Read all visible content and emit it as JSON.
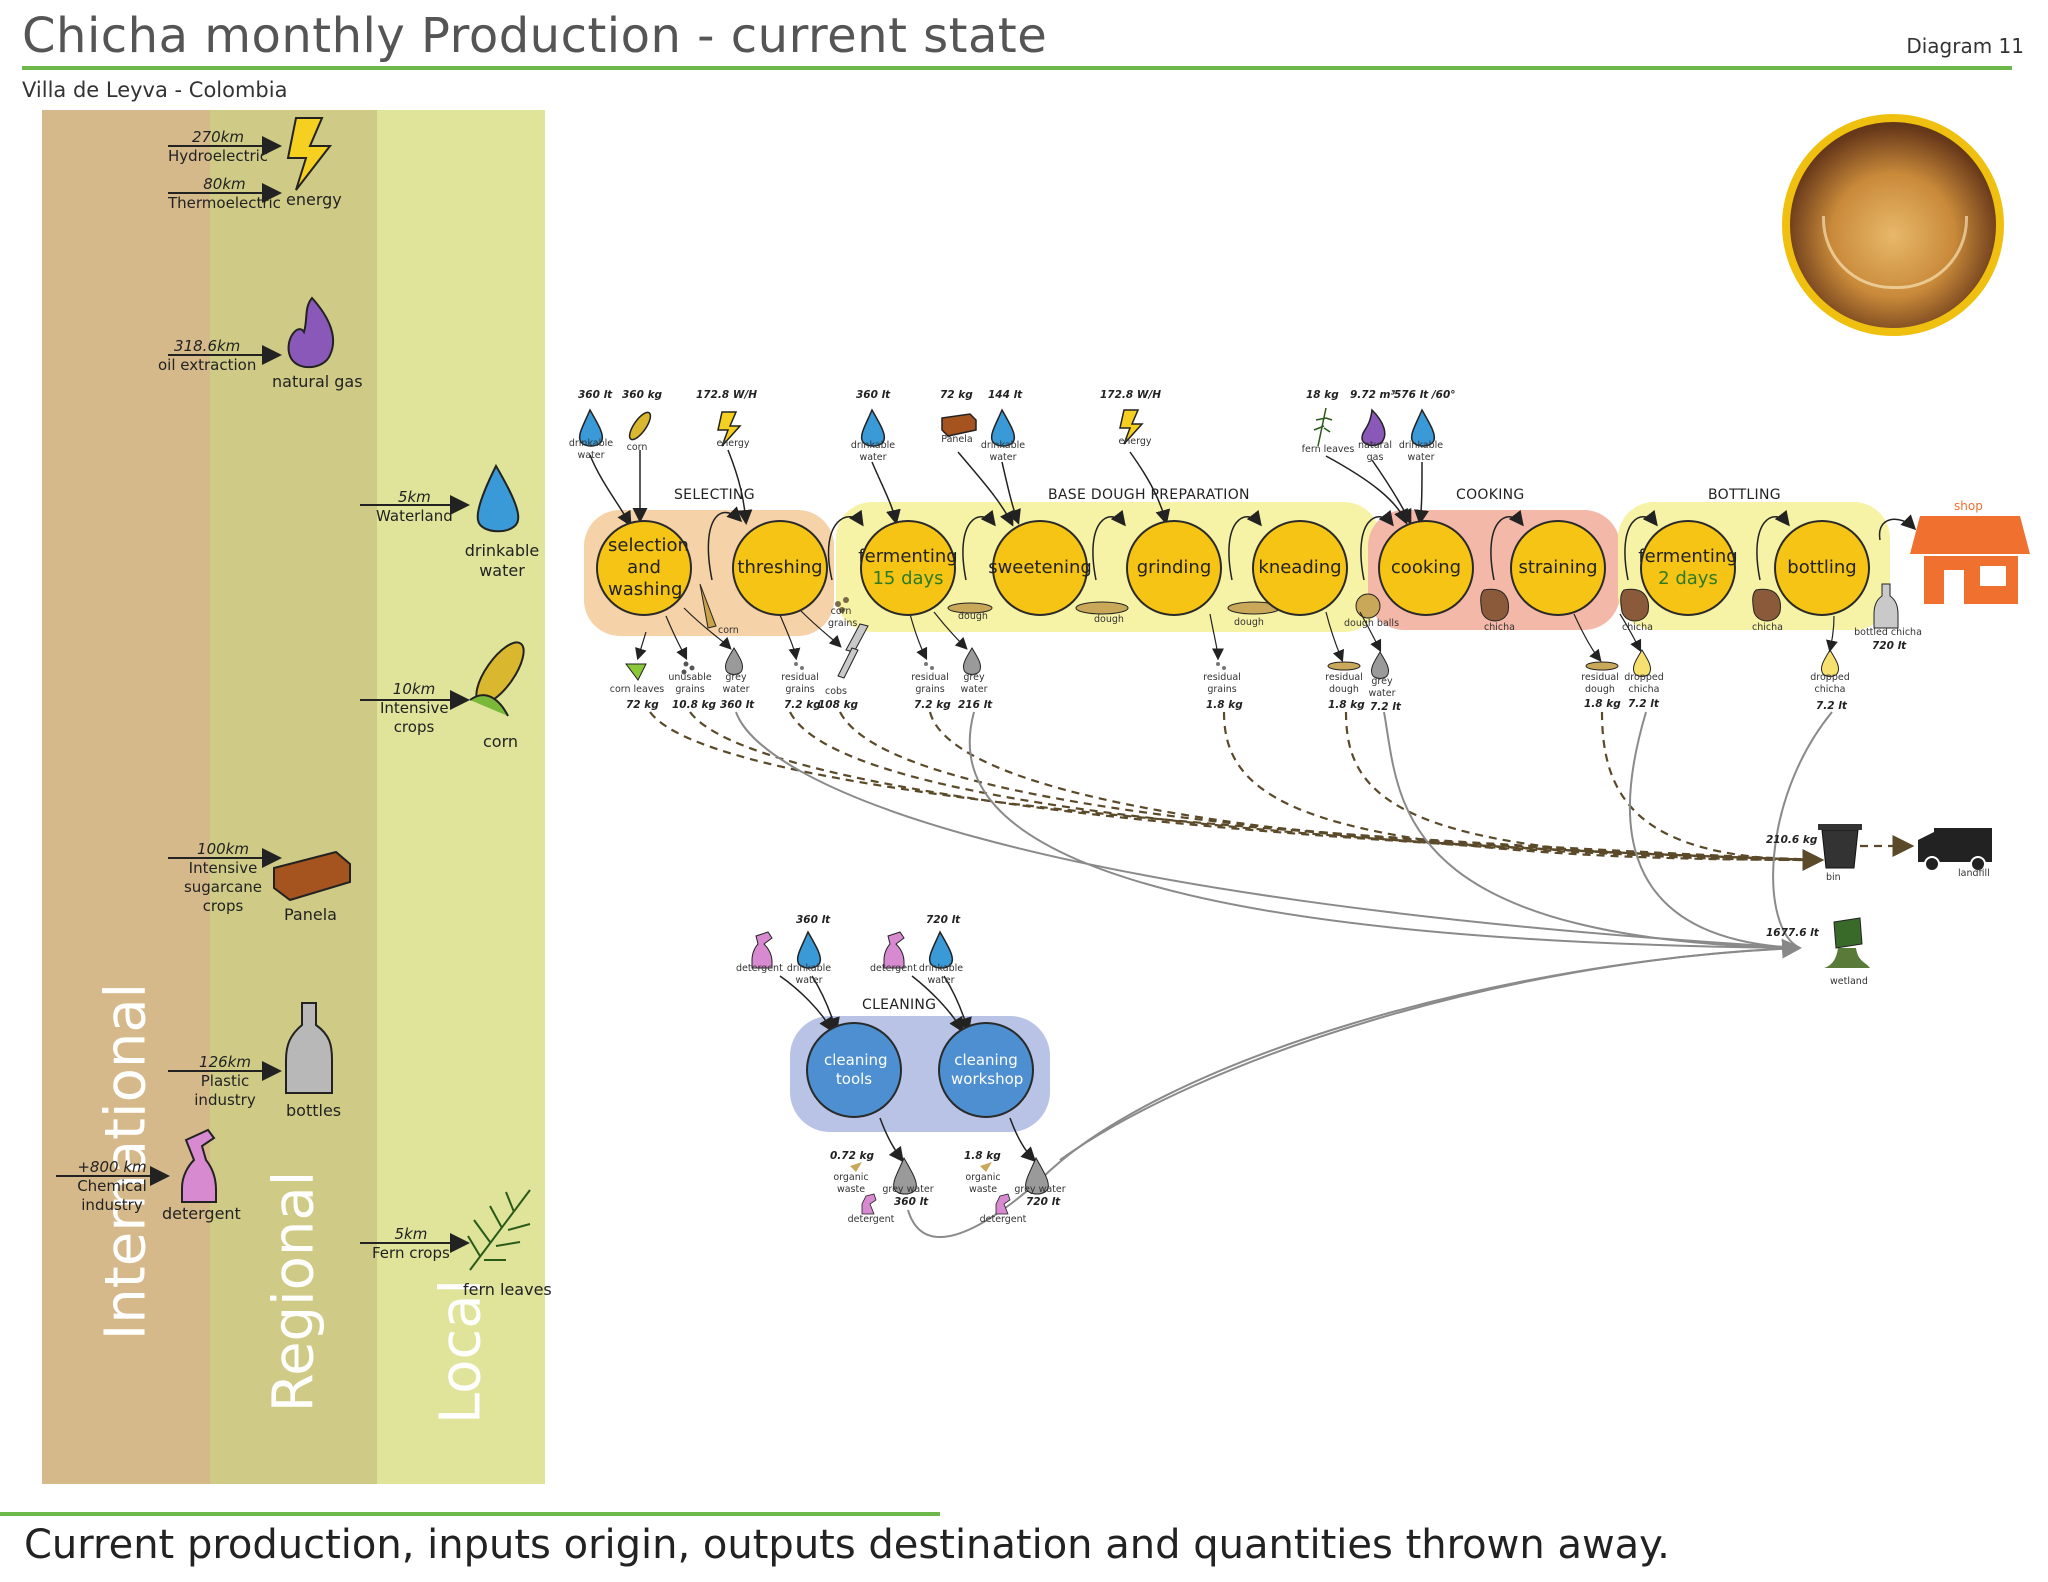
{
  "header": {
    "title": "Chicha monthly Production - current state",
    "diagram_label": "Diagram 11",
    "subtitle": "Villa de Leyva - Colombia"
  },
  "footer": {
    "caption": "Current production, inputs origin, outputs destination and quantities thrown away."
  },
  "bands": {
    "international": "International",
    "regional": "Regional",
    "local": "Local"
  },
  "sources": {
    "hydro": {
      "km": "270km",
      "name": "Hydroelectric"
    },
    "thermo": {
      "km": "80km",
      "name": "Thermoelectric"
    },
    "oil": {
      "km": "318.6km",
      "name": "oil extraction"
    },
    "waterland": {
      "km": "5km",
      "name": "Waterland"
    },
    "intensive_crops": {
      "km": "10km",
      "name": "Intensive crops"
    },
    "sugarcane": {
      "km": "100km",
      "name": "Intensive sugarcane crops"
    },
    "plastic": {
      "km": "126km",
      "name": "Plastic industry"
    },
    "chemical": {
      "km": "+800 km",
      "name": "Chemical industry"
    },
    "fern_crops": {
      "km": "5km",
      "name": "Fern crops"
    }
  },
  "resources": {
    "energy": "energy",
    "natural_gas": "natural gas",
    "drinkable_water": "drinkable water",
    "corn": "corn",
    "panela": "Panela",
    "bottles": "bottles",
    "detergent": "detergent",
    "fern_leaves": "fern leaves"
  },
  "stages": {
    "selecting": "SELECTING",
    "base_dough": "BASE DOUGH PREPARATION",
    "cooking": "COOKING",
    "bottling": "BOTTLING",
    "cleaning": "CLEANING"
  },
  "nodes": {
    "selection": "selection and washing",
    "threshing": "threshing",
    "fermenting1": "fermenting",
    "fermenting1_sub": "15 days",
    "sweetening": "sweetening",
    "grinding": "grinding",
    "kneading": "kneading",
    "cooking": "cooking",
    "straining": "straining",
    "fermenting2": "fermenting",
    "fermenting2_sub": "2 days",
    "bottling": "bottling",
    "cleaning_tools": "cleaning tools",
    "cleaning_workshop": "cleaning workshop"
  },
  "inputs": {
    "i1": {
      "qty": "360 lt",
      "label": "drinkable water"
    },
    "i2": {
      "qty": "360 kg",
      "label": "corn"
    },
    "i3": {
      "qty": "172.8 W/H",
      "label": "energy"
    },
    "i4": {
      "qty": "360 lt",
      "label": "drinkable water"
    },
    "i5": {
      "qty": "72 kg",
      "label": "Panela"
    },
    "i6": {
      "qty": "144 lt",
      "label": "drinkable water"
    },
    "i7": {
      "qty": "172.8 W/H",
      "label": "energy"
    },
    "i8": {
      "qty": "18 kg",
      "label": "fern leaves"
    },
    "i9": {
      "qty": "9.72 m³",
      "label": "natural gas"
    },
    "i10": {
      "qty": "576 lt /60°",
      "label": "drinkable water"
    },
    "c1": {
      "qty": "360 lt",
      "label_a": "detergent",
      "label_b": "drinkable water"
    },
    "c2": {
      "qty": "720 lt",
      "label_a": "detergent",
      "label_b": "drinkable water"
    }
  },
  "intermediates": {
    "corn": "corn",
    "corn_grains": "corn grains",
    "dough1": "dough",
    "dough2": "dough",
    "dough3": "dough",
    "dough_balls": "dough balls",
    "chicha1": "chicha",
    "chicha2": "chicha",
    "chicha3": "chicha",
    "bottled": "bottled chicha",
    "bottled_qty": "720 lt",
    "shop": "shop"
  },
  "outputs": {
    "o1": {
      "label": "corn leaves",
      "qty": "72 kg"
    },
    "o2": {
      "label": "unusable grains",
      "qty": "10.8 kg"
    },
    "o3": {
      "label": "grey water",
      "qty": "360 lt"
    },
    "o4": {
      "label": "residual grains",
      "qty": "7.2 kg"
    },
    "o5": {
      "label": "cobs",
      "qty": "108 kg"
    },
    "o6": {
      "label": "residual grains",
      "qty": "7.2 kg"
    },
    "o7": {
      "label": "grey water",
      "qty": "216 lt"
    },
    "o8": {
      "label": "residual grains",
      "qty": "1.8 kg"
    },
    "o9": {
      "label": "residual dough",
      "qty": "1.8 kg"
    },
    "o10": {
      "label": "grey water",
      "qty": "7.2 lt"
    },
    "o11": {
      "label": "residual dough",
      "qty": "1.8 kg"
    },
    "o12": {
      "label": "dropped chicha",
      "qty": "7.2 lt"
    },
    "o13": {
      "label": "dropped chicha",
      "qty": "7.2 lt"
    },
    "w1": {
      "qty": "0.72 kg",
      "label_a": "organic waste",
      "label_b": "grey water",
      "qty_b": "360 lt",
      "label_c": "detergent"
    },
    "w2": {
      "qty": "1.8 kg",
      "label_a": "organic waste",
      "label_b": "grey water",
      "qty_b": "720 lt",
      "label_c": "detergent"
    }
  },
  "destinations": {
    "bin_qty": "210.6 kg",
    "bin": "bin",
    "landfill": "landfill",
    "wetland_qty": "1677.6 lt",
    "wetland": "wetland"
  },
  "colors": {
    "accent_green": "#6cb84a",
    "process_yellow": "#f6c415",
    "cleaning_blue": "#4d8fd0",
    "selecting_bg": "#f5d2a8",
    "base_bg": "#f7f3a6",
    "cooking_bg": "#f4b8a8",
    "cleaning_bg": "#b8c3e6",
    "shop_orange": "#f07030"
  }
}
